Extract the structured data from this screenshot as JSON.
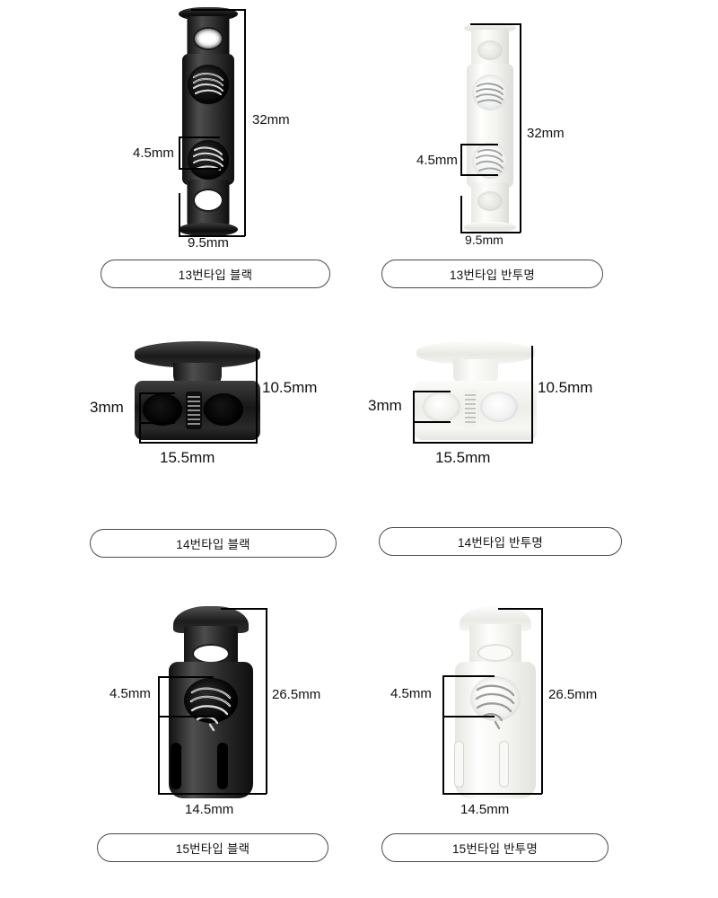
{
  "page": {
    "background": "#ffffff",
    "line_color": "#000000",
    "label_border_color": "#4a4a4a"
  },
  "products": [
    {
      "id": "type-13-black",
      "label": "13번타입 블랙",
      "finish": "black",
      "type_number": "13",
      "dimensions": {
        "height": "32mm",
        "hole": "4.5mm",
        "width": "9.5mm"
      }
    },
    {
      "id": "type-13-translucent",
      "label": "13번타입 반투명",
      "finish": "translucent",
      "type_number": "13",
      "dimensions": {
        "height": "32mm",
        "hole": "4.5mm",
        "width": "9.5mm"
      }
    },
    {
      "id": "type-14-black",
      "label": "14번타입 블랙",
      "finish": "black",
      "type_number": "14",
      "dimensions": {
        "height": "10.5mm",
        "hole": "3mm",
        "width": "15.5mm"
      }
    },
    {
      "id": "type-14-translucent",
      "label": "14번타입 반투명",
      "finish": "translucent",
      "type_number": "14",
      "dimensions": {
        "height": "10.5mm",
        "hole": "3mm",
        "width": "15.5mm"
      }
    },
    {
      "id": "type-15-black",
      "label": "15번타입 블랙",
      "finish": "black",
      "type_number": "15",
      "dimensions": {
        "height": "26.5mm",
        "hole": "4.5mm",
        "width": "14.5mm"
      }
    },
    {
      "id": "type-15-translucent",
      "label": "15번타입 반투명",
      "finish": "translucent",
      "type_number": "15",
      "dimensions": {
        "height": "26.5mm",
        "hole": "4.5mm",
        "width": "14.5mm"
      }
    }
  ]
}
